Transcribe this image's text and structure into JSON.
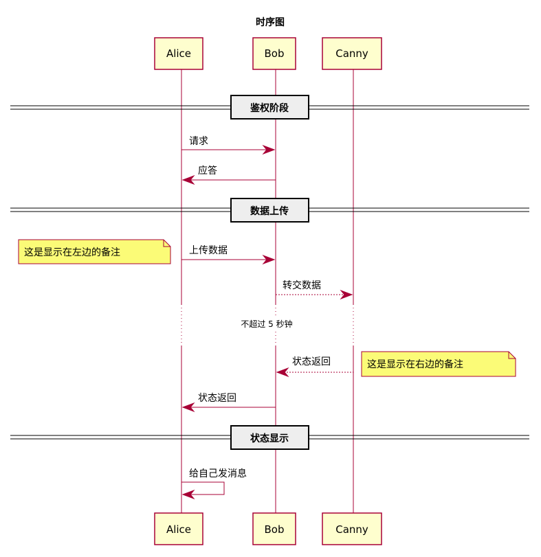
{
  "title": "时序图",
  "participants": [
    {
      "name": "Alice"
    },
    {
      "name": "Bob"
    },
    {
      "name": "Canny"
    }
  ],
  "dividers": [
    "鉴权阶段",
    "数据上传",
    "状态显示"
  ],
  "messages": [
    {
      "label": "请求",
      "from": "Alice",
      "to": "Bob",
      "style": "solid"
    },
    {
      "label": "应答",
      "from": "Bob",
      "to": "Alice",
      "style": "solid"
    },
    {
      "label": "上传数据",
      "from": "Alice",
      "to": "Bob",
      "style": "solid"
    },
    {
      "label": "转交数据",
      "from": "Bob",
      "to": "Canny",
      "style": "dashed"
    },
    {
      "label": "状态返回",
      "from": "Canny",
      "to": "Bob",
      "style": "dashed"
    },
    {
      "label": "状态返回",
      "from": "Bob",
      "to": "Alice",
      "style": "solid"
    },
    {
      "label": "给自己发消息",
      "from": "Alice",
      "to": "Alice",
      "style": "solid"
    }
  ],
  "delay": {
    "label": "不超过 5 秒钟"
  },
  "notes": {
    "left": "这是显示在左边的备注",
    "right": "这是显示在右边的备注"
  },
  "colors": {
    "lifeline": "#A80036",
    "participant_fill": "#FEFECE",
    "note_fill": "#FBFB77",
    "divider_fill": "#EEEEEE"
  }
}
